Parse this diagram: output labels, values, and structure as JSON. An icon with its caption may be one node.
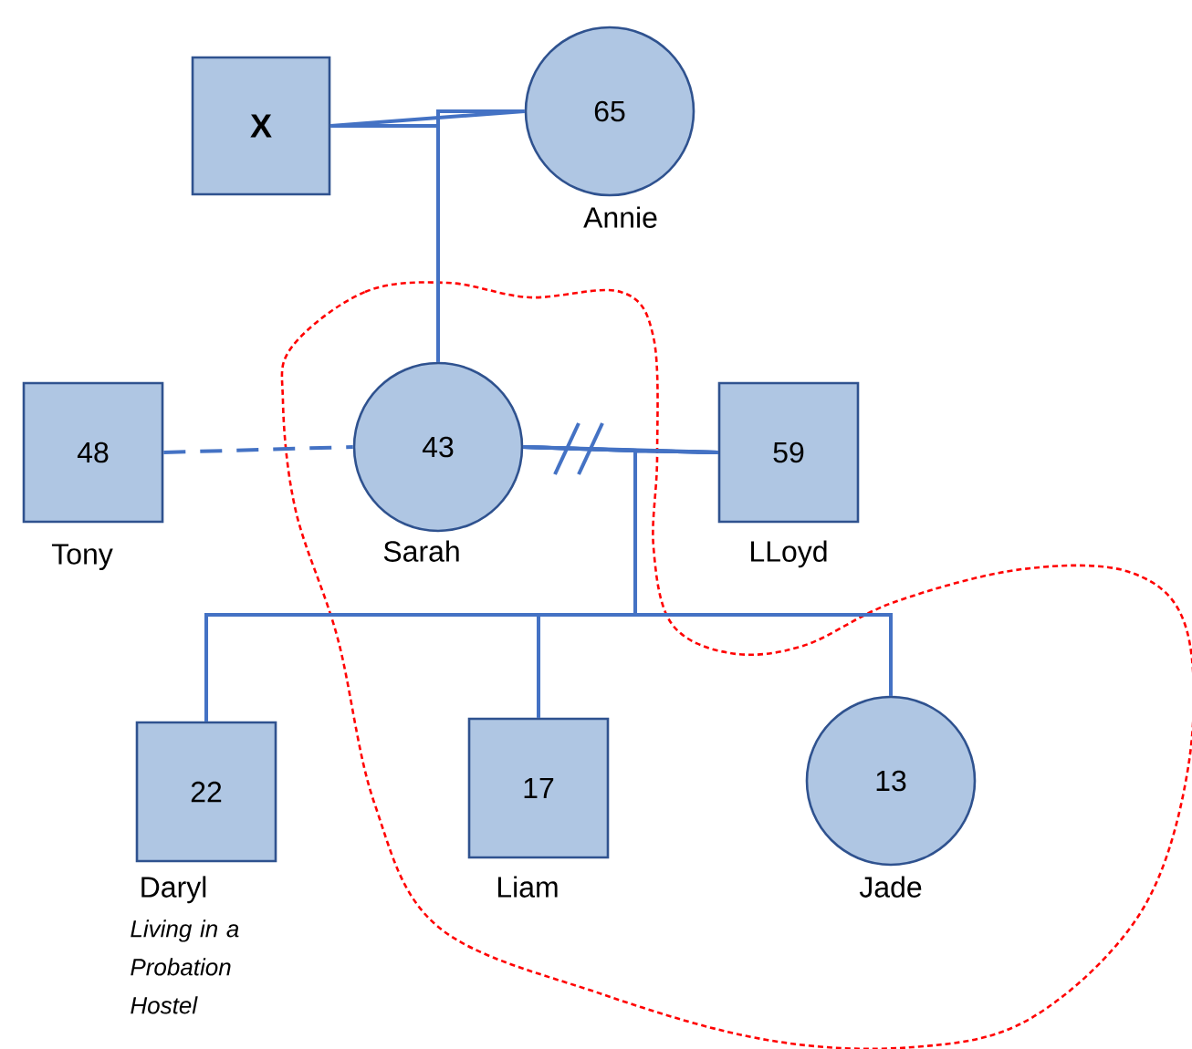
{
  "diagram": {
    "nodes": [
      {
        "text": [
          "X"
        ]
      },
      {
        "text": [
          "65"
        ],
        "beside": [
          "Annie"
        ]
      },
      {
        "text": [
          "48"
        ],
        "beside": [
          "Tony"
        ]
      },
      {
        "text": [
          "43"
        ],
        "beside": [
          "Sarah"
        ]
      },
      {
        "text": [
          "59"
        ],
        "beside": [
          "LLoyd"
        ]
      },
      {
        "text": [
          "22"
        ],
        "beside": [
          "Daryl",
          "Living in a Probation Hostel"
        ]
      },
      {
        "text": [
          "17"
        ],
        "beside": [
          "Liam"
        ]
      },
      {
        "text": [
          "13"
        ],
        "beside": [
          "Jade"
        ]
      }
    ],
    "edges": [
      {
        "from": 0,
        "to": 1,
        "arrow": "none"
      },
      {
        "from": 0,
        "to": 3,
        "arrow": "none"
      },
      {
        "from": 1,
        "to": 3,
        "arrow": "none"
      },
      {
        "from": 2,
        "to": 3,
        "arrow": "none",
        "style": "dashed"
      },
      {
        "from": 3,
        "to": 4,
        "arrow": "none"
      },
      {
        "from": 3,
        "to": 5,
        "arrow": "none"
      },
      {
        "from": 4,
        "to": 5,
        "arrow": "none"
      },
      {
        "from": 3,
        "to": 6,
        "arrow": "none"
      },
      {
        "from": 4,
        "to": 6,
        "arrow": "none"
      },
      {
        "from": 3,
        "to": 7,
        "arrow": "none"
      },
      {
        "from": 4,
        "to": 7,
        "arrow": "none"
      }
    ]
  }
}
